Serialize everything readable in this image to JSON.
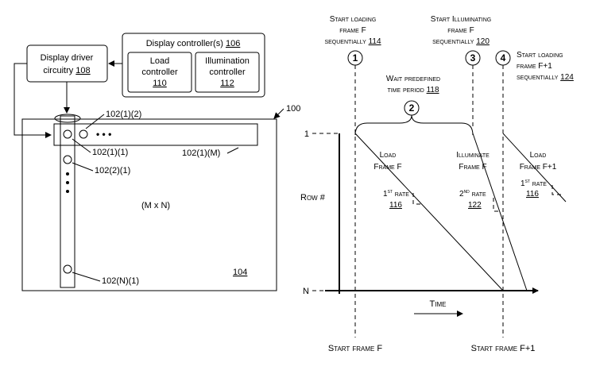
{
  "left": {
    "display_driver": {
      "line1": "Display driver",
      "line2": "circuitry",
      "ref": "108"
    },
    "display_controllers": {
      "title": "Display controller(s)",
      "ref": "106"
    },
    "load_controller": {
      "line1": "Load",
      "line2": "controller",
      "ref": "110"
    },
    "illumination_controller": {
      "line1": "Illumination",
      "line2": "controller",
      "ref": "112"
    },
    "device_ref": "100",
    "panel_ref": "104",
    "pixel_labels": {
      "p_1_2": "102(1)(2)",
      "p_1_1": "102(1)(1)",
      "p_1_m": "102(1)(M)",
      "p_2_1": "102(2)(1)",
      "p_n_1": "102(N)(1)"
    },
    "matrix_label": "(M x N)",
    "ellipsis": "• • •"
  },
  "right": {
    "step1": {
      "num": "1",
      "line1": "Start loading",
      "line2": "frame F",
      "line3": "sequentially",
      "ref": "114"
    },
    "step2": {
      "num": "2",
      "line1": "Wait predefined",
      "line2": "time period",
      "ref": "118"
    },
    "step3": {
      "num": "3",
      "line1": "Start Illuminating",
      "line2": "frame F",
      "line3": "sequentially",
      "ref": "120"
    },
    "step4": {
      "num": "4",
      "line1": "Start loading",
      "line2": "frame F+1",
      "line3": "sequentially",
      "ref": "124"
    },
    "y_top": "1",
    "y_bottom": "N",
    "ylabel": "Row #",
    "xlabel": "Time",
    "load_f": {
      "line1": "Load",
      "line2": "Frame F"
    },
    "illuminate_f": {
      "line1": "Illuminate",
      "line2": "Frame F"
    },
    "load_f1": {
      "line1": "Load",
      "line2": "Frame F+1"
    },
    "rate1": {
      "pre": "1",
      "sup": "st",
      "post": "rate",
      "ref": "116"
    },
    "rate2": {
      "pre": "2",
      "sup": "nd",
      "post": "rate",
      "ref": "122"
    },
    "rate3": {
      "pre": "1",
      "sup": "st",
      "post": "rate",
      "ref": "116"
    },
    "start_frame_f": "Start frame F",
    "start_frame_f1": "Start frame F+1"
  }
}
